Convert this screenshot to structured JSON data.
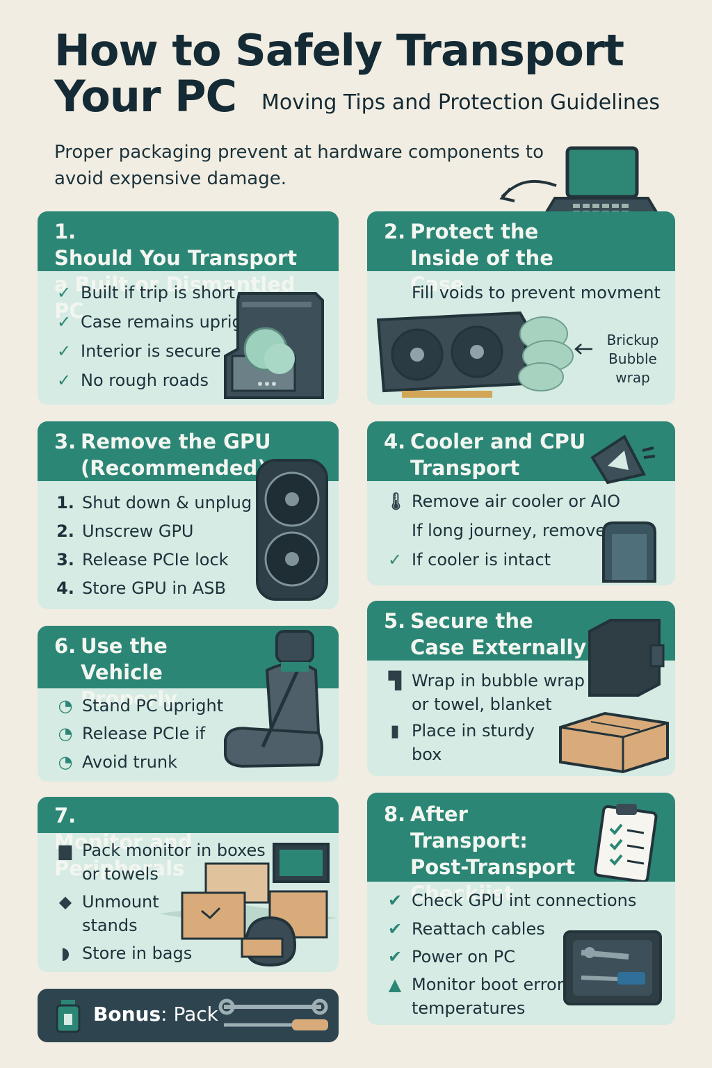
{
  "title": {
    "line1": "How to Safely Transport",
    "line2": "Your PC"
  },
  "subtitle": "Moving Tips and Protection Guidelines",
  "intro": "Proper packaging prevent at hardware components to avoid expensive damage.",
  "colors": {
    "header": "#2c8676",
    "card": "#d6ebe3",
    "background": "#f1ede2",
    "text": "#17303a",
    "bonus": "#2e4550"
  },
  "sections": {
    "s1": {
      "num": "1.",
      "title": "Should You Transport a Built or Dismantled PC",
      "items": [
        "Built if trip is short",
        "Case remains upright",
        "Interior is secure",
        "No rough roads"
      ],
      "icon": "check-icon"
    },
    "s2": {
      "num": "2.",
      "title": "Protect the Inside of the Case",
      "text": "Fill voids to prevent movment",
      "side_label": "Brickup Bubble wrap"
    },
    "s3": {
      "num": "3.",
      "title": "Remove the GPU (Recommended)",
      "items": [
        "Shut down & unplug",
        "Unscrew GPU",
        "Release PCIe lock",
        "Store GPU in ASB"
      ],
      "markers": [
        "1.",
        "2.",
        "3.",
        "4."
      ]
    },
    "s4": {
      "num": "4.",
      "title": "Cooler and CPU Transport",
      "items": [
        "Remove air cooler or AIO",
        "If long journey, remove",
        "If cooler is intact"
      ]
    },
    "s5": {
      "num": "5.",
      "title": "Secure the Case Externally",
      "items": [
        "Wrap in bubble wrap or towel, blanket",
        "Place in sturdy box"
      ]
    },
    "s6": {
      "num": "6.",
      "title": "Use the Vehicle Properly",
      "items": [
        "Stand PC upright",
        "Release PCIe if",
        "Avoid trunk"
      ]
    },
    "s7": {
      "num": "7.",
      "title": "Monitor and Peripherals",
      "items": [
        "Pack monitor in boxes or towels",
        "Unmount stands",
        "Store in bags"
      ]
    },
    "s8": {
      "num": "8.",
      "title": "After Transport: Post-Transport Checkiist",
      "items": [
        "Check GPU int connections",
        "Reattach cables",
        "Power on PC",
        "Monitor boot errors, temperatures"
      ]
    }
  },
  "bonus": {
    "label": "Bonus",
    "text": ": Pack"
  }
}
